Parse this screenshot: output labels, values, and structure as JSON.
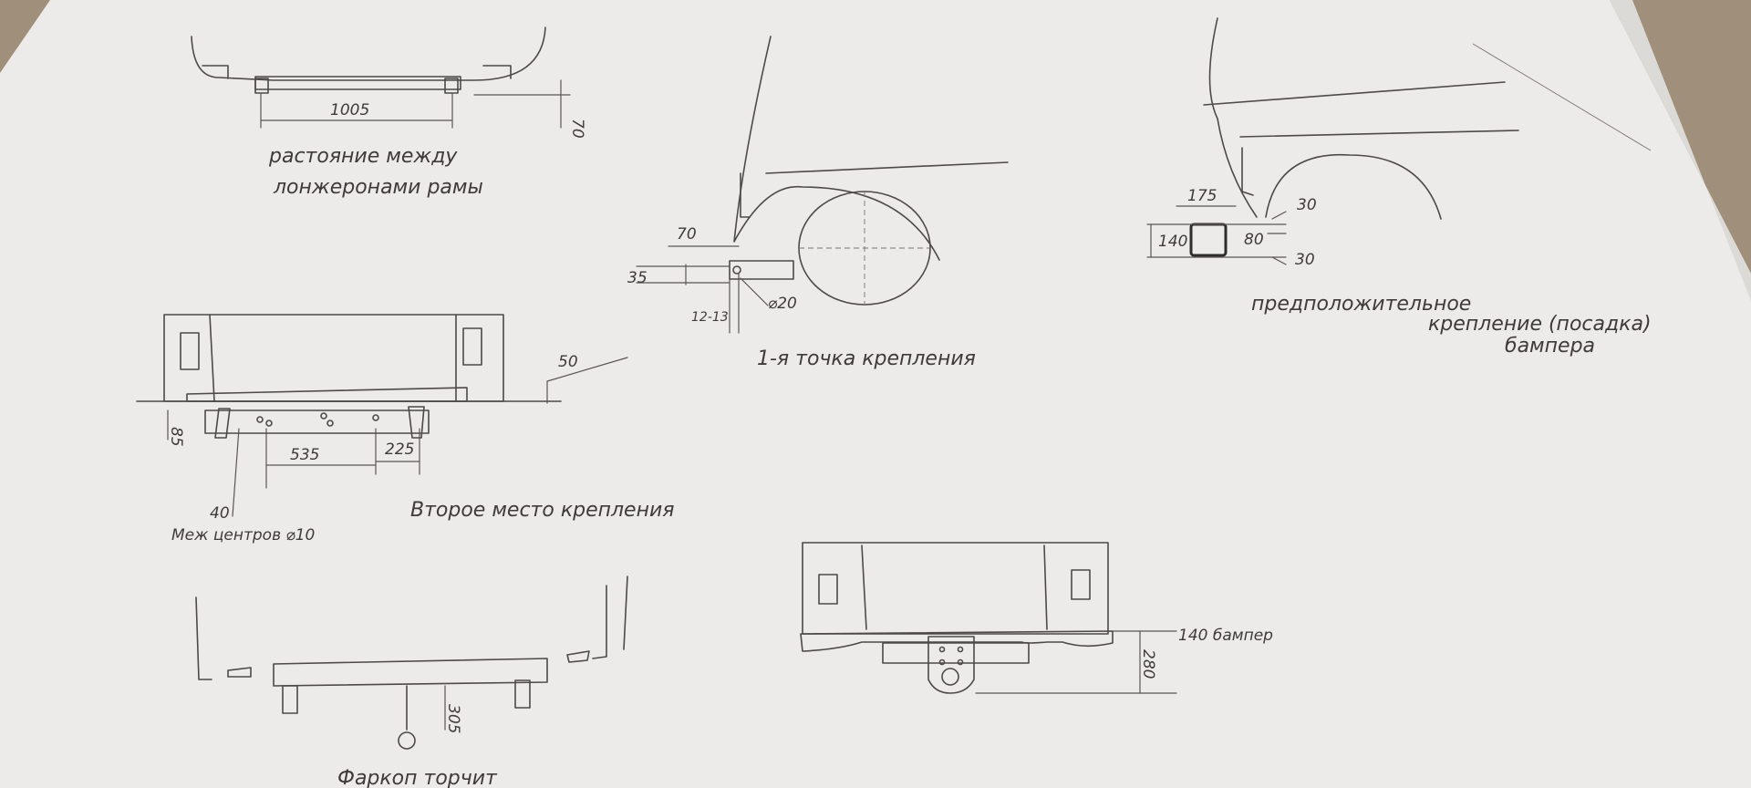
{
  "sheet": {
    "frame_width_dim": "1005",
    "frame_height_dim": "70",
    "frame_caption_line1": "растояние между",
    "frame_caption_line2": "лонжеронами рамы"
  },
  "first_mount": {
    "dim_offset": "70",
    "dim_height": "35",
    "dim_bracket": "12-13",
    "dim_hole": "⌀20",
    "caption": "1-я точка крепления"
  },
  "bumper_fit": {
    "dim_width": "175",
    "dim_height": "140",
    "dim_gap_top": "30",
    "dim_gap_side": "80",
    "dim_gap_bottom": "30",
    "caption_line1": "предположительное",
    "caption_line2": "крепление (посадка)",
    "caption_line3": "бампера"
  },
  "second_mount": {
    "dim_top": "50",
    "dim_left": "85",
    "dim_span1": "535",
    "dim_span2": "225",
    "dim_side": "40",
    "note": "Меж центров ⌀10",
    "caption": "Второе место крепления"
  },
  "side_view": {
    "dim_drop": "305",
    "caption": "Фаркоп торчит"
  },
  "rear_view": {
    "dim_height": "280",
    "note": "140 бампер"
  }
}
